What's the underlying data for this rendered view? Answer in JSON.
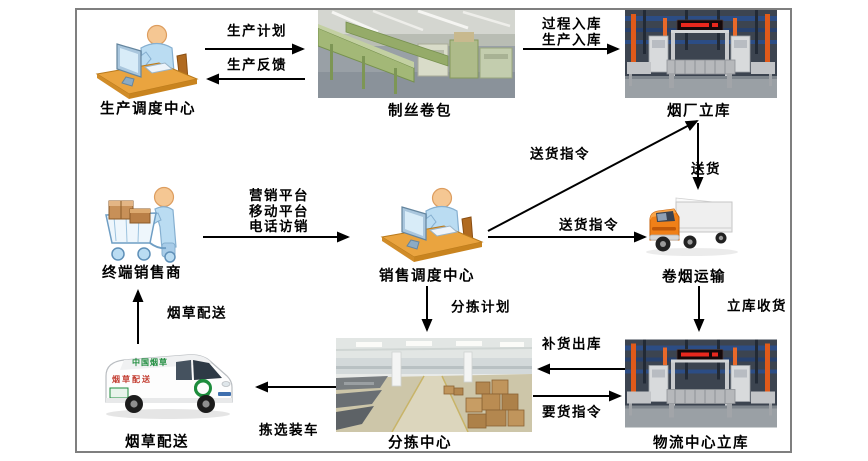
{
  "canvas": {
    "background": "#ffffff",
    "border_color": "#7f7f7f"
  },
  "colors": {
    "arrow": "#000000",
    "text": "#000000",
    "person_blue": "#badcf2",
    "skin_tone": "#f5c793",
    "desk_orange": "#e9a43e",
    "truck_cab_orange": "#f08018",
    "machine_green": "#9cb36e",
    "rack_orange": "#e05a1a",
    "rack_blue": "#2c4d85",
    "box_brown": "#b3874f",
    "van_green": "#1d8c3c"
  },
  "nodes": {
    "prod_dispatch": {
      "label": "生产调度中心",
      "icon": "desk-person-icon"
    },
    "zhisi": {
      "label": "制丝卷包",
      "icon": "factory-photo"
    },
    "yanchang": {
      "label": "烟厂立库",
      "icon": "warehouse-photo"
    },
    "terminal": {
      "label": "终端销售商",
      "icon": "cart-person-icon"
    },
    "sales_dispatch": {
      "label": "销售调度中心",
      "icon": "desk-person-icon"
    },
    "truck": {
      "label": "卷烟运输",
      "icon": "truck-icon"
    },
    "van": {
      "label": "烟草配送",
      "icon": "van-photo",
      "photo_roof_text": "中国烟草",
      "photo_side_text": "烟草配送"
    },
    "sorting": {
      "label": "分拣中心",
      "icon": "sorting-center-photo"
    },
    "logistics": {
      "label": "物流中心立库",
      "icon": "warehouse-photo"
    }
  },
  "edges": {
    "prod_plan": {
      "label": "生产计划",
      "from": "生产调度中心",
      "to": "制丝卷包"
    },
    "prod_feedback": {
      "label": "生产反馈",
      "from": "制丝卷包",
      "to": "生产调度中心"
    },
    "warehouse_in": {
      "lines": [
        "过程入库",
        "生产入库"
      ],
      "from": "制丝卷包",
      "to": "烟厂立库"
    },
    "delivery_order_up": {
      "label": "送货指令",
      "from": "销售调度中心",
      "to": "烟厂立库"
    },
    "delivery": {
      "label": "送货",
      "from": "烟厂立库",
      "to": "卷烟运输"
    },
    "marketing": {
      "lines": [
        "营销平台",
        "移动平台",
        "电话访销"
      ],
      "from": "终端销售商",
      "to": "销售调度中心"
    },
    "delivery_order": {
      "label": "送货指令",
      "from": "销售调度中心",
      "to": "卷烟运输"
    },
    "sorting_plan": {
      "label": "分拣计划",
      "from": "销售调度中心",
      "to": "分拣中心"
    },
    "warehouse_receive": {
      "label": "立库收货",
      "from": "卷烟运输",
      "to": "物流中心立库"
    },
    "replenish_out": {
      "label": "补货出库",
      "from": "物流中心立库",
      "to": "分拣中心"
    },
    "demand_order": {
      "label": "要货指令",
      "from": "分拣中心",
      "to": "物流中心立库"
    },
    "pick_load": {
      "label": "拣选装车",
      "from": "分拣中心",
      "to": "烟草配送"
    },
    "tobacco_delivery": {
      "label": "烟草配送",
      "from": "烟草配送",
      "to": "终端销售商"
    }
  }
}
